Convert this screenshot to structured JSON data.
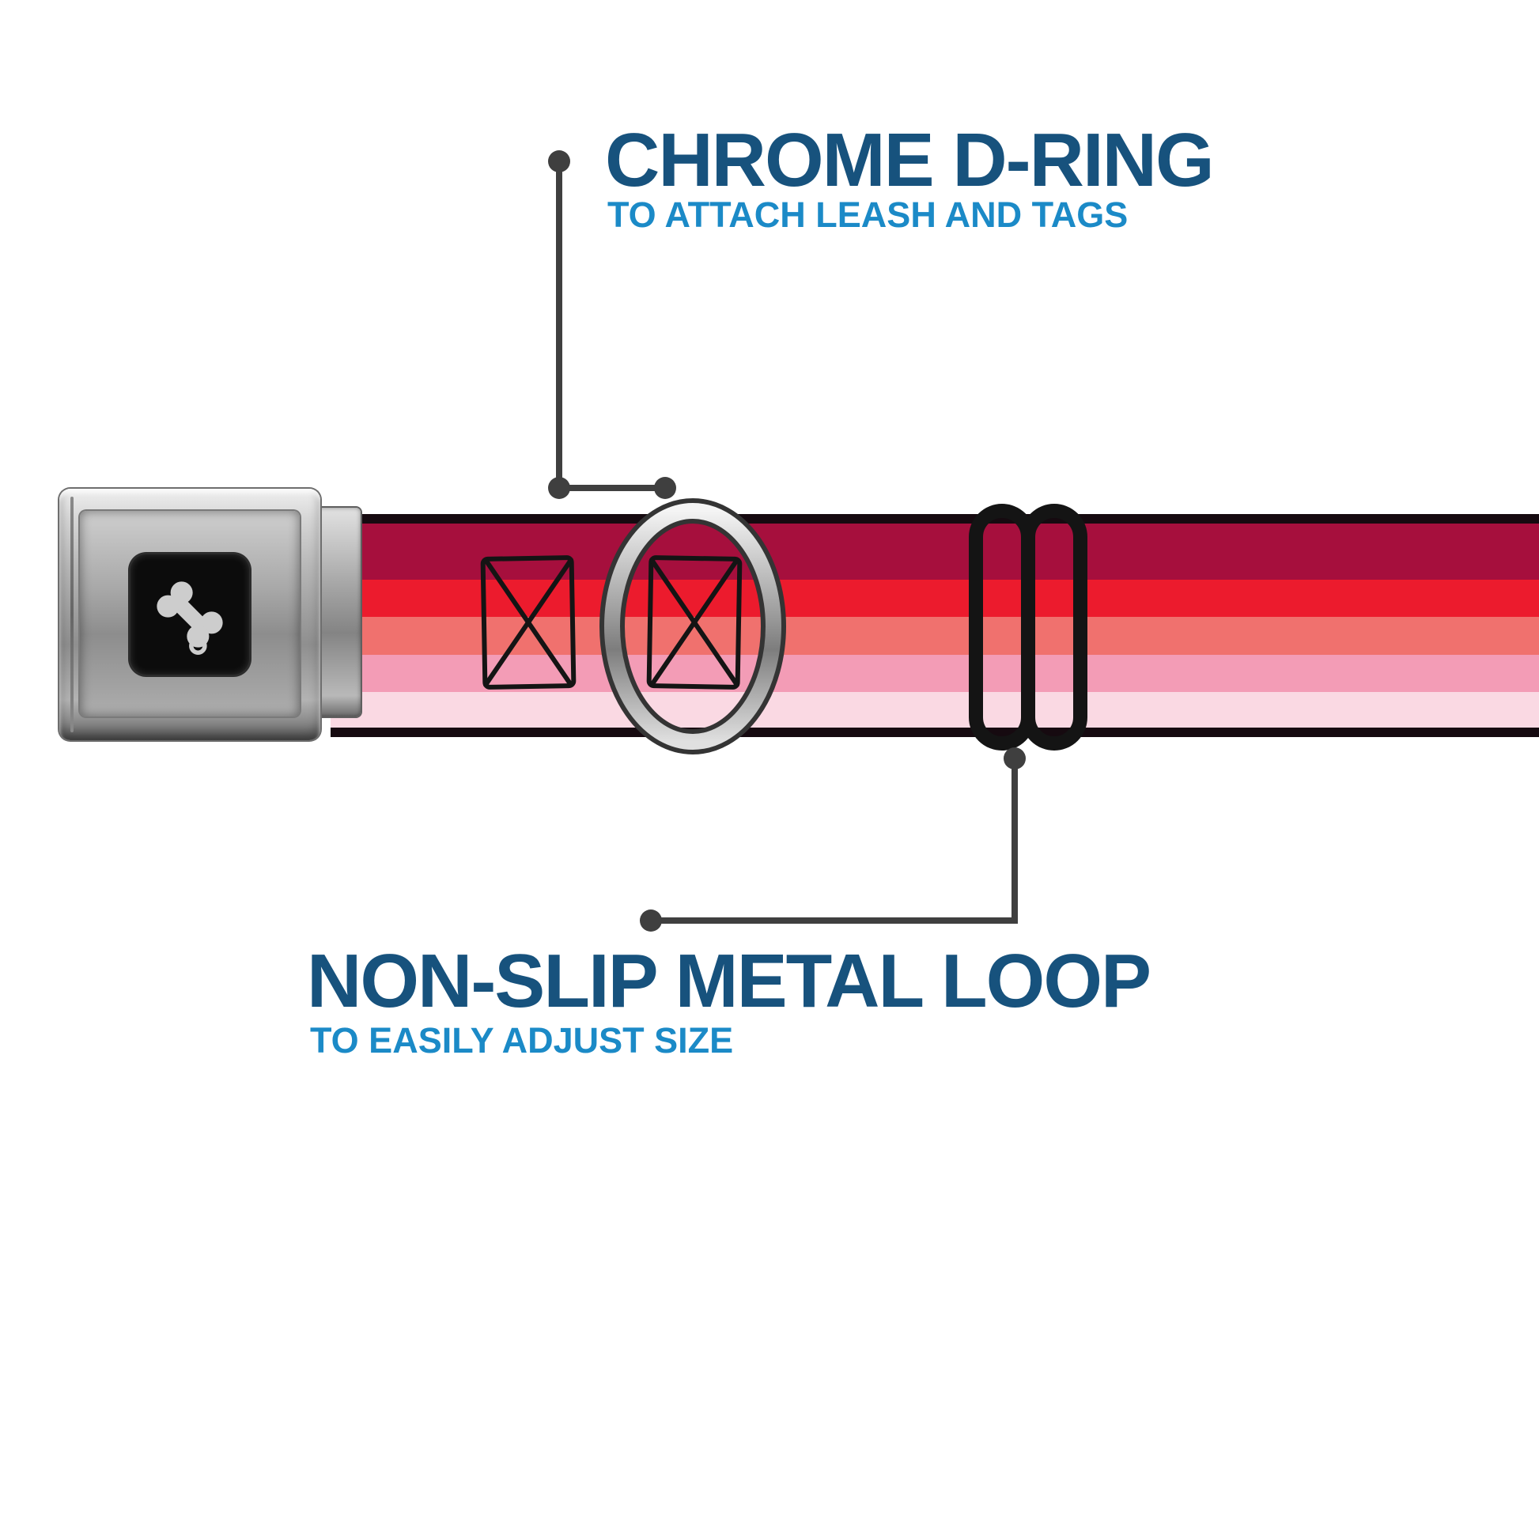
{
  "page": {
    "background": "#ffffff"
  },
  "colors": {
    "heading": "#17527d",
    "subheading": "#1b8ac7",
    "line": "#3f3f3f",
    "strap_edge": "#160a10",
    "ring_chrome": "#c6c6c6",
    "slider_black": "#141414"
  },
  "callouts": {
    "dring": {
      "title": "CHROME D-RING",
      "subtitle": "TO ATTACH LEASH AND TAGS"
    },
    "loop": {
      "title": "NON-SLIP METAL LOOP",
      "subtitle": "TO EASILY ADJUST SIZE"
    }
  },
  "collar": {
    "buckle_logo": "dog-bone",
    "stripes": [
      {
        "name": "dark-crimson",
        "color": "#a60f3d",
        "weight": 1.5
      },
      {
        "name": "red",
        "color": "#ec1b2d",
        "weight": 1
      },
      {
        "name": "coral",
        "color": "#f0716e",
        "weight": 1
      },
      {
        "name": "pink",
        "color": "#f39cb6",
        "weight": 1
      },
      {
        "name": "pale-pink",
        "color": "#fad9e3",
        "weight": 0.95
      }
    ]
  }
}
